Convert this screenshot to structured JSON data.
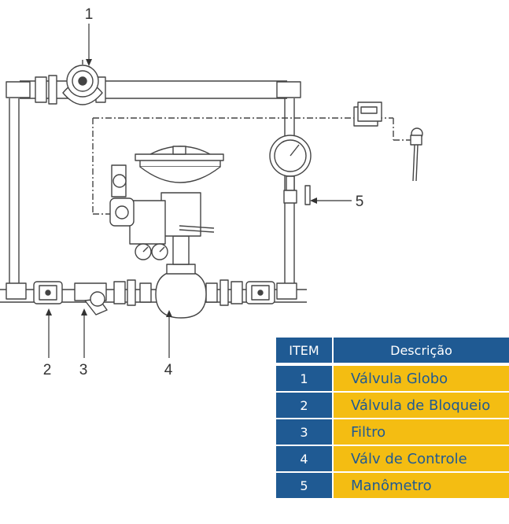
{
  "callouts": [
    "1",
    "2",
    "3",
    "4",
    "5"
  ],
  "table": {
    "header_item": "ITEM",
    "header_desc": "Descrição",
    "rows": [
      {
        "item": "1",
        "desc": "Válvula Globo"
      },
      {
        "item": "2",
        "desc": "Válvula de Bloqueio"
      },
      {
        "item": "3",
        "desc": "Filtro"
      },
      {
        "item": "4",
        "desc": "Válv de Controle"
      },
      {
        "item": "5",
        "desc": "Manômetro"
      }
    ]
  },
  "colors": {
    "header_blue": "#1f5a93",
    "row_yellow": "#f4bd12",
    "line": "#444444"
  }
}
